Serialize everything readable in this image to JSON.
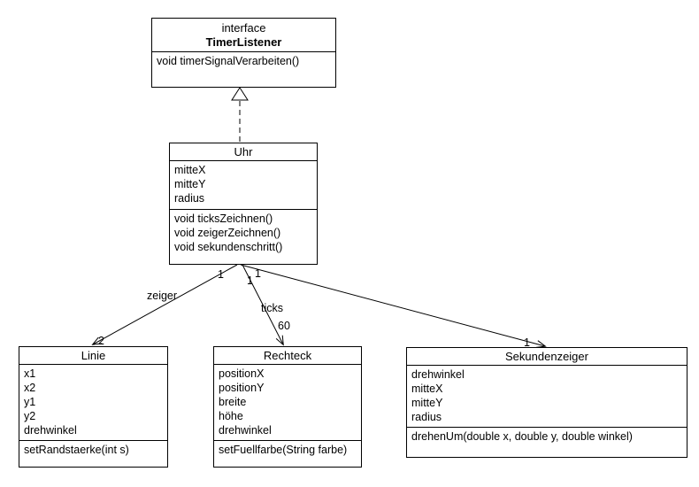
{
  "diagram_type": "uml-class-diagram",
  "classes": {
    "timer_listener": {
      "stereotype": "interface",
      "name": "TimerListener",
      "methods": [
        "void timerSignalVerarbeiten()"
      ]
    },
    "uhr": {
      "name": "Uhr",
      "attributes": [
        "mitteX",
        "mitteY",
        "radius"
      ],
      "methods": [
        "void ticksZeichnen()",
        "void zeigerZeichnen()",
        "void sekundenschritt()"
      ]
    },
    "linie": {
      "name": "Linie",
      "attributes": [
        "x1",
        "x2",
        "y1",
        "y2",
        "drehwinkel"
      ],
      "methods": [
        "setRandstaerke(int s)"
      ]
    },
    "rechteck": {
      "name": "Rechteck",
      "attributes": [
        "positionX",
        "positionY",
        "breite",
        "höhe",
        "drehwinkel"
      ],
      "methods": [
        "setFuellfarbe(String farbe)"
      ]
    },
    "sekundenzeiger": {
      "name": "Sekundenzeiger",
      "attributes": [
        "drehwinkel",
        "mitteX",
        "mitteY",
        "radius"
      ],
      "methods": [
        "drehenUm(double x, double y, double winkel)"
      ]
    }
  },
  "relations": {
    "realization": {
      "from": "Uhr",
      "to": "TimerListener"
    },
    "zeiger": {
      "label": "zeiger",
      "source_multiplicity": "1",
      "target_multiplicity": "2"
    },
    "ticks": {
      "label": "ticks",
      "source_multiplicity": "1",
      "target_multiplicity": "60"
    },
    "sekundenzeiger_assoc": {
      "source_multiplicity": "1",
      "target_multiplicity": "1"
    }
  },
  "colors": {
    "stroke": "#000000",
    "background": "#ffffff",
    "text": "#000000"
  }
}
